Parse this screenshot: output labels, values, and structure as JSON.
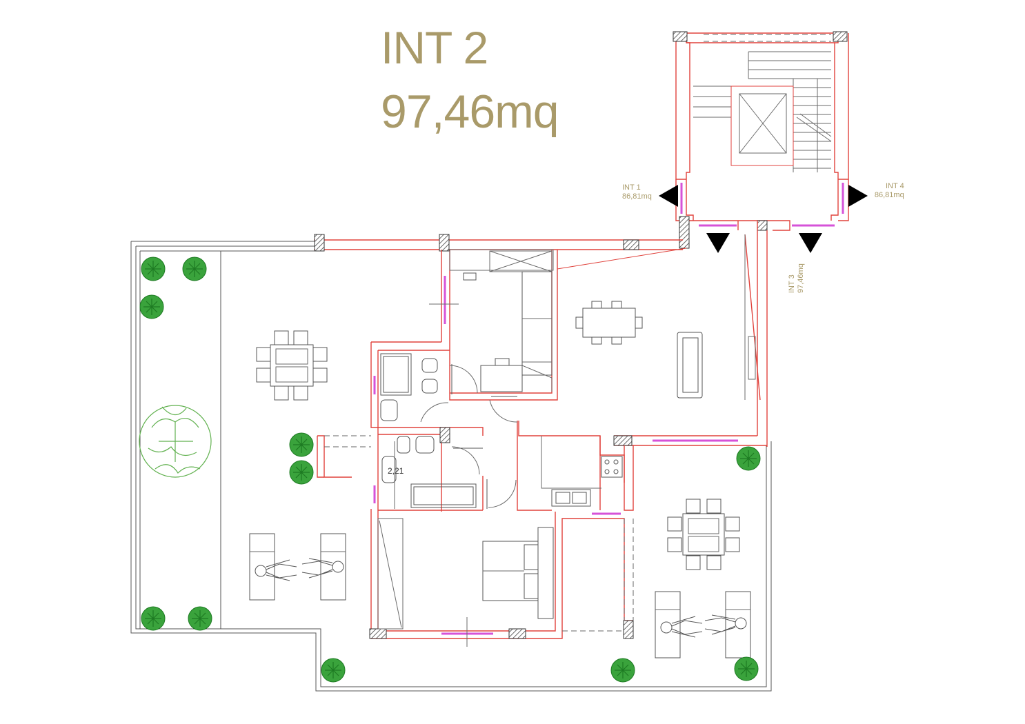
{
  "title": {
    "unit_name": "INT 2",
    "area": "97,46mq"
  },
  "neighbors": [
    {
      "name": "INT 1",
      "area": "86,81mq"
    },
    {
      "name": "INT 4",
      "area": "86,81mq"
    },
    {
      "name": "INT 3",
      "area": "97,46mq"
    }
  ],
  "dimension_label": "2,21",
  "colors": {
    "title_gold": "#a99a69",
    "wall_red": "#e0423c",
    "glass_magenta": "#d652d8",
    "plant_green": "#3aa33c"
  }
}
